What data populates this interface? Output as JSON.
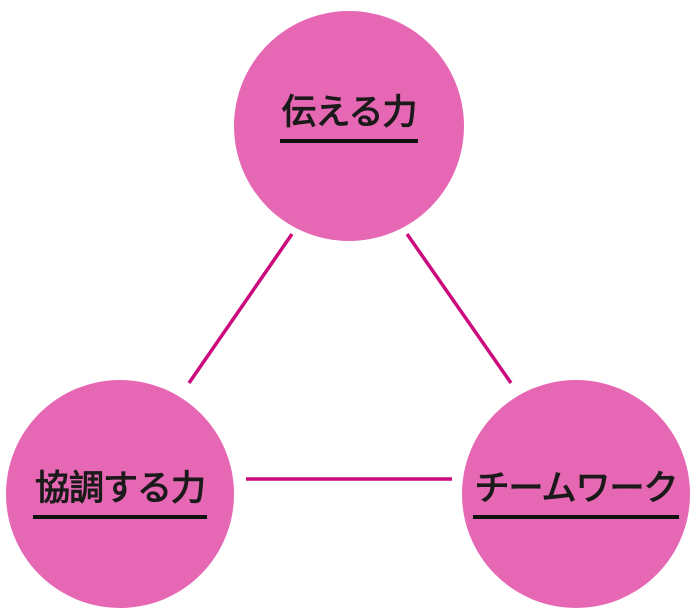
{
  "diagram": {
    "background": "#ffffff",
    "colors": {
      "node_fill": "#e667b3",
      "edge_stroke": "#cc0a7e",
      "label_text": "#1a1a1a",
      "underline": "#111111"
    },
    "nodes": [
      {
        "id": "top",
        "label": "伝える力"
      },
      {
        "id": "bottom-left",
        "label": "協調する力"
      },
      {
        "id": "bottom-right",
        "label": "チームワーク"
      }
    ],
    "edges": [
      {
        "from": "top",
        "to": "bottom-left"
      },
      {
        "from": "top",
        "to": "bottom-right"
      },
      {
        "from": "bottom-left",
        "to": "bottom-right"
      }
    ]
  }
}
